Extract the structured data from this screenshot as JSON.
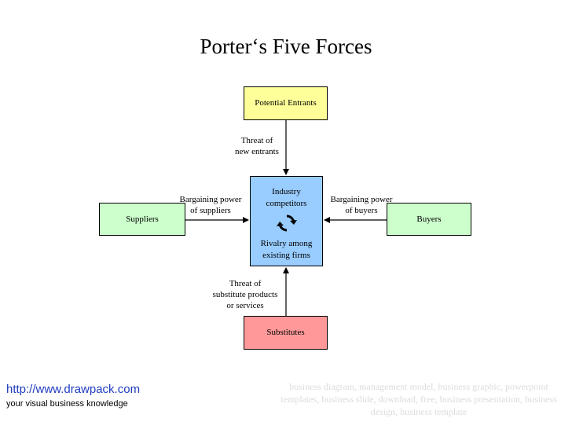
{
  "title": "Porter‘s Five Forces",
  "boxes": {
    "potential_entrants": "Potential Entrants",
    "substitutes": "Substitutes",
    "suppliers": "Suppliers",
    "buyers": "Buyers",
    "industry_top": "Industry competitors",
    "industry_bottom": "Rivalry among existing firms"
  },
  "labels": {
    "new_entrants": [
      "Threat of",
      "new entrants"
    ],
    "suppliers_power": [
      "Bargaining power",
      "of suppliers"
    ],
    "buyers_power": [
      "Bargaining power",
      "of buyers"
    ],
    "substitutes_threat": [
      "Threat of",
      "substitute products",
      "or services"
    ]
  },
  "footer": {
    "url": "http://www.drawpack.com",
    "tagline": "your visual business knowledge",
    "watermark": "business diagram, management model, business graphic, powerpoint templates, business slide, download, free, business presentation, business design, business template"
  },
  "colors": {
    "entrants": "#ffff99",
    "substitutes": "#ff9999",
    "suppliers_buyers": "#ccffcc",
    "industry": "#99ccff",
    "url": "#1f3cbf"
  },
  "icons": {
    "industry": "cycle-arrows-icon"
  }
}
